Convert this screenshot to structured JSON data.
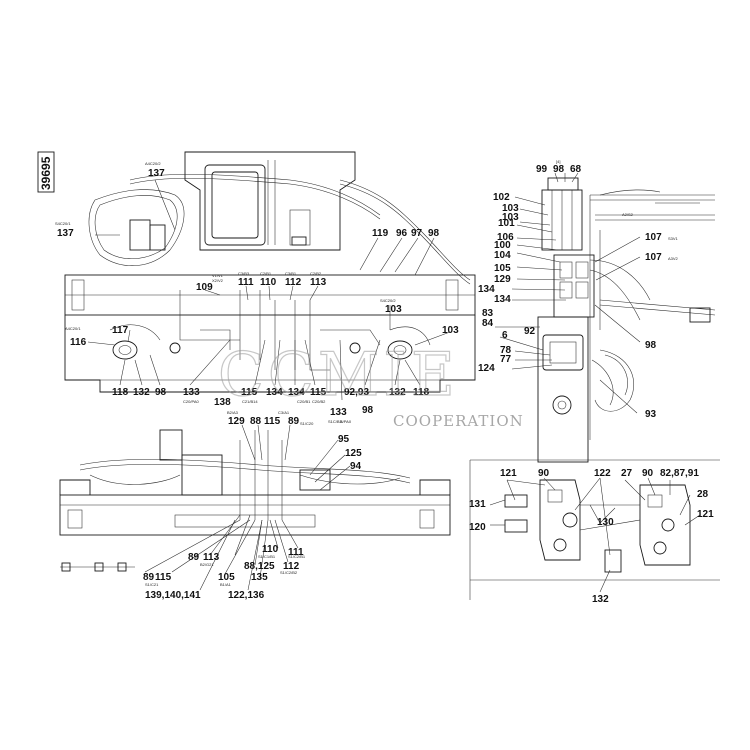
{
  "sheet": {
    "drawing_number": "39695"
  },
  "watermark": {
    "brand": "CCMIE",
    "subtitle": "COOPERATION"
  },
  "callouts": [
    {
      "id": "c-137-a",
      "text": "137"
    },
    {
      "id": "c-137-b",
      "text": "137"
    },
    {
      "id": "c-119",
      "text": "119"
    },
    {
      "id": "c-96",
      "text": "96"
    },
    {
      "id": "c-97",
      "text": "97"
    },
    {
      "id": "c-98-a",
      "text": "98"
    },
    {
      "id": "c-109",
      "text": "109"
    },
    {
      "id": "c-111-a",
      "text": "111"
    },
    {
      "id": "c-110-a",
      "text": "110"
    },
    {
      "id": "c-112-a",
      "text": "112"
    },
    {
      "id": "c-113-a",
      "text": "113"
    },
    {
      "id": "c-103-a",
      "text": "103"
    },
    {
      "id": "c-117",
      "text": "117"
    },
    {
      "id": "c-116",
      "text": "116"
    },
    {
      "id": "c-103-b",
      "text": "103"
    },
    {
      "id": "c-118-a",
      "text": "118"
    },
    {
      "id": "c-132-a",
      "text": "132"
    },
    {
      "id": "c-98-b",
      "text": "98"
    },
    {
      "id": "c-133-a",
      "text": "133"
    },
    {
      "id": "c-115-a",
      "text": "115"
    },
    {
      "id": "c-138",
      "text": "138"
    },
    {
      "id": "c-134-a",
      "text": "134"
    },
    {
      "id": "c-134-b",
      "text": "134"
    },
    {
      "id": "c-115-b",
      "text": "115"
    },
    {
      "id": "c-9293",
      "text": "92,93"
    },
    {
      "id": "c-132-b",
      "text": "132"
    },
    {
      "id": "c-118-b",
      "text": "118"
    },
    {
      "id": "c-133-b",
      "text": "133"
    },
    {
      "id": "c-98-c",
      "text": "98"
    },
    {
      "id": "c-99",
      "text": "99"
    },
    {
      "id": "c-98-d",
      "text": "98"
    },
    {
      "id": "c-68",
      "text": "68"
    },
    {
      "id": "c-102",
      "text": "102"
    },
    {
      "id": "c-103-c",
      "text": "103"
    },
    {
      "id": "c-103-d",
      "text": "103"
    },
    {
      "id": "c-101",
      "text": "101"
    },
    {
      "id": "c-106",
      "text": "106"
    },
    {
      "id": "c-100",
      "text": "100"
    },
    {
      "id": "c-104",
      "text": "104"
    },
    {
      "id": "c-105",
      "text": "105"
    },
    {
      "id": "c-129-a",
      "text": "129"
    },
    {
      "id": "c-134-c",
      "text": "134"
    },
    {
      "id": "c-134-d",
      "text": "134"
    },
    {
      "id": "c-83",
      "text": "83"
    },
    {
      "id": "c-84",
      "text": "84"
    },
    {
      "id": "c-6",
      "text": "6"
    },
    {
      "id": "c-92",
      "text": "92"
    },
    {
      "id": "c-78",
      "text": "78"
    },
    {
      "id": "c-77",
      "text": "77"
    },
    {
      "id": "c-124",
      "text": "124"
    },
    {
      "id": "c-107-a",
      "text": "107"
    },
    {
      "id": "c-107-b",
      "text": "107"
    },
    {
      "id": "c-98-e",
      "text": "98"
    },
    {
      "id": "c-93",
      "text": "93"
    },
    {
      "id": "c-129-b",
      "text": "129"
    },
    {
      "id": "c-88",
      "text": "88"
    },
    {
      "id": "c-115-c",
      "text": "115"
    },
    {
      "id": "c-89-a",
      "text": "89"
    },
    {
      "id": "c-95",
      "text": "95"
    },
    {
      "id": "c-125",
      "text": "125"
    },
    {
      "id": "c-94",
      "text": "94"
    },
    {
      "id": "c-89-b",
      "text": "89"
    },
    {
      "id": "c-113-b",
      "text": "113"
    },
    {
      "id": "c-110-b",
      "text": "110"
    },
    {
      "id": "c-111-b",
      "text": "111"
    },
    {
      "id": "c-112-b",
      "text": "112"
    },
    {
      "id": "c-89-c",
      "text": "89"
    },
    {
      "id": "c-115-d",
      "text": "115"
    },
    {
      "id": "c-105-b",
      "text": "105"
    },
    {
      "id": "c-88125",
      "text": "88,125"
    },
    {
      "id": "c-135",
      "text": "135"
    },
    {
      "id": "c-139",
      "text": "139,140,141"
    },
    {
      "id": "c-122136",
      "text": "122,136"
    },
    {
      "id": "c-121-a",
      "text": "121"
    },
    {
      "id": "c-90-a",
      "text": "90"
    },
    {
      "id": "c-122",
      "text": "122"
    },
    {
      "id": "c-27",
      "text": "27"
    },
    {
      "id": "c-90-b",
      "text": "90"
    },
    {
      "id": "c-828791",
      "text": "82,87,91"
    },
    {
      "id": "c-131",
      "text": "131"
    },
    {
      "id": "c-28",
      "text": "28"
    },
    {
      "id": "c-121-b",
      "text": "121"
    },
    {
      "id": "c-130",
      "text": "130"
    },
    {
      "id": "c-120",
      "text": "120"
    },
    {
      "id": "c-132-c",
      "text": "132"
    }
  ],
  "small_codes": [
    {
      "id": "s1",
      "text": "A4C20/2"
    },
    {
      "id": "s2",
      "text": "S4C20/1"
    },
    {
      "id": "s3",
      "text": "V1/V1"
    },
    {
      "id": "s4",
      "text": "X2/V2"
    },
    {
      "id": "s5",
      "text": "C3/B3"
    },
    {
      "id": "s6",
      "text": "C2/B1"
    },
    {
      "id": "s7",
      "text": "C3/B1"
    },
    {
      "id": "s8",
      "text": "C2/B2"
    },
    {
      "id": "s9",
      "text": "A4C20/1"
    },
    {
      "id": "s10",
      "text": "S4C20/2"
    },
    {
      "id": "s11",
      "text": "C20/PA0"
    },
    {
      "id": "s12",
      "text": "C21/B14"
    },
    {
      "id": "s13",
      "text": "C20/B1"
    },
    {
      "id": "s14",
      "text": "C20/B2"
    },
    {
      "id": "s15",
      "text": "S1C/B3"
    },
    {
      "id": "s16",
      "text": "B2/A3"
    },
    {
      "id": "s17",
      "text": "C3/A1"
    },
    {
      "id": "s18",
      "text": "S1/C1/B1"
    },
    {
      "id": "s19",
      "text": "S1/C2/B1"
    },
    {
      "id": "s20",
      "text": "S1/C2/B2"
    },
    {
      "id": "s21",
      "text": "B2/G21"
    },
    {
      "id": "s22",
      "text": "S1/C21"
    },
    {
      "id": "s23",
      "text": "B1/A1"
    },
    {
      "id": "s24",
      "text": "S1/C20"
    },
    {
      "id": "s25",
      "text": "B/PA0"
    },
    {
      "id": "s26",
      "text": "A2/S2"
    },
    {
      "id": "s27",
      "text": "S3V1"
    },
    {
      "id": "s28",
      "text": "A3V2"
    },
    {
      "id": "s29",
      "text": "[4]"
    }
  ]
}
